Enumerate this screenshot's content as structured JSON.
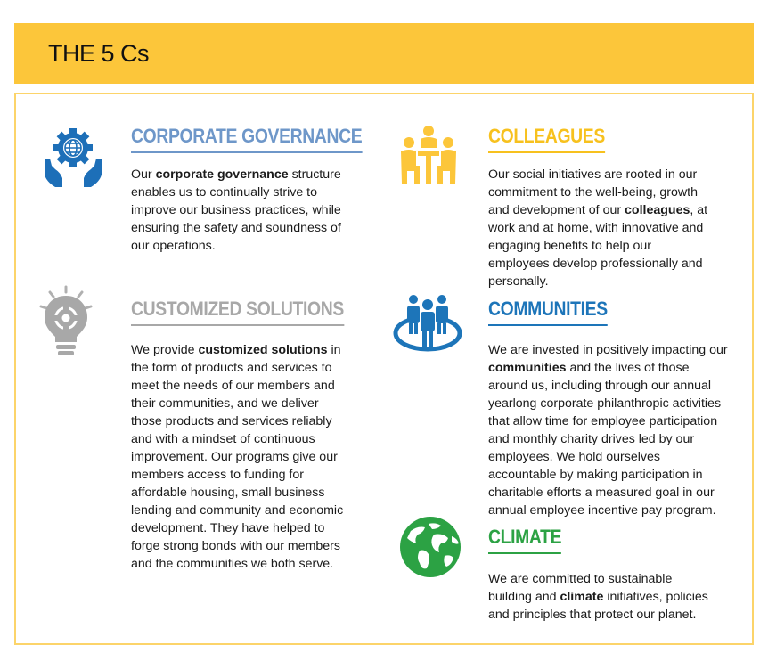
{
  "header": {
    "title": "THE 5 Cs"
  },
  "sections": {
    "governance": {
      "title": "CORPORATE GOVERNANCE",
      "pre": "Our ",
      "bold": "corporate governance",
      "post": " structure enables us to continually strive to improve our business practices, while ensuring the safety and soundness of our operations.",
      "icon": "globe-gear-hands-icon",
      "color": "#6e97c9"
    },
    "colleagues": {
      "title": "COLLEAGUES",
      "pre": "Our social initiatives are rooted in our commitment to the well-being, growth and development of our ",
      "bold": "colleagues",
      "post": ", at work and at home, with innovative and engaging benefits to help our employees develop professionally and personally.",
      "icon": "people-table-icon",
      "color": "#f7c11e"
    },
    "solutions": {
      "title": "CUSTOMIZED SOLUTIONS",
      "pre": "We provide ",
      "bold": "customized solutions",
      "post": " in the form of products and services to meet the needs of our members and their communities, and we deliver those products and services reliably and with a mindset of continuous improvement. Our programs give our members access to funding for affordable housing, small business lending and community and economic development. They have helped to forge strong bonds with our members and the communities we both serve.",
      "icon": "lightbulb-gear-icon",
      "color": "#a8a8a8"
    },
    "communities": {
      "title": "COMMUNITIES",
      "pre": "We are invested in positively impacting our ",
      "bold": "communities",
      "post": " and the lives of those around us, including through our annual yearlong corporate philanthropic activities that allow time for employee participation and monthly charity drives led by our employees. We hold ourselves accountable by making participation in charitable efforts a measured goal in our annual employee incentive pay program.",
      "icon": "people-circle-icon",
      "color": "#1d75b9"
    },
    "climate": {
      "title": "CLIMATE",
      "pre": "We are committed to sustainable building and ",
      "bold": "climate",
      "post": " initiatives, policies and principles that protect our planet.",
      "icon": "earth-globe-icon",
      "color": "#2ca244"
    }
  }
}
